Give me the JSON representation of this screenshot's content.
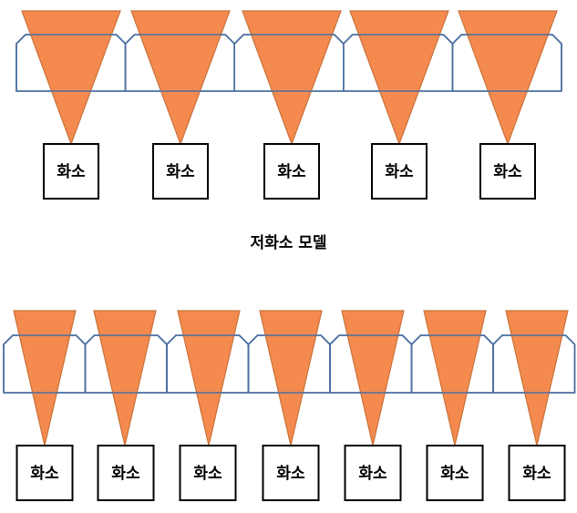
{
  "colors": {
    "lens_outline": "#4a6fa0",
    "cone_fill": "#f58a4f",
    "cone_stroke": "#c8713a",
    "pixel_border": "#000000",
    "text": "#000000"
  },
  "pixel_label": "화소",
  "caption": "저화소 모델",
  "rows": [
    {
      "name": "low-pixel-row",
      "pixel_count": 5,
      "lens_count": 5,
      "pixels": [
        "화소",
        "화소",
        "화소",
        "화소",
        "화소"
      ]
    },
    {
      "name": "high-pixel-row",
      "pixel_count": 7,
      "lens_count": 7,
      "pixels": [
        "화소",
        "화소",
        "화소",
        "화소",
        "화소",
        "화소",
        "화소"
      ]
    }
  ]
}
